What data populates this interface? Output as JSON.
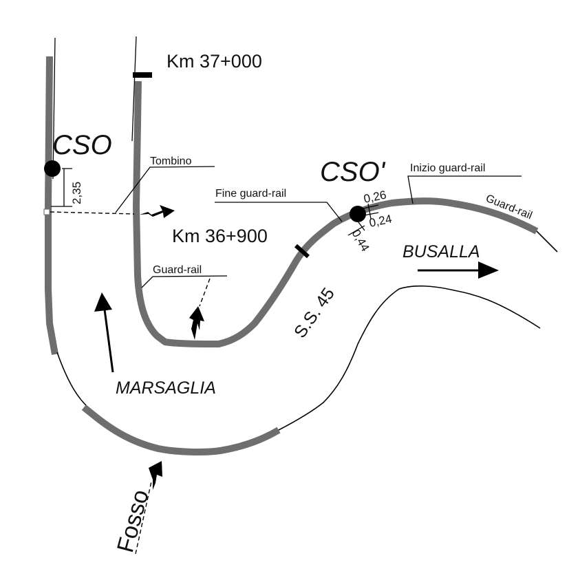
{
  "diagram": {
    "labels": {
      "km_37": "Km 37+000",
      "km_36_900": "Km 36+900",
      "cso": "CSO",
      "cso_prime": "CSO'",
      "tombino": "Tombino",
      "fine_guard_rail": "Fine guard-rail",
      "inizio_guard_rail": "Inizio guard-rail",
      "guard_rail_right": "Guard-rail",
      "guard_rail_left": "Guard-rail",
      "busalla": "BUSALLA",
      "marsaglia": "MARSAGLIA",
      "road_name": "S.S. 45",
      "fosso": "Fosso"
    },
    "measurements": {
      "cso_offset": "2,35",
      "cso_prime_a": "0,26",
      "cso_prime_b": "0,24",
      "cso_prime_c": "0,44"
    },
    "colors": {
      "guard_rail": "#6e6e6e",
      "line": "#000000",
      "background": "#ffffff"
    }
  }
}
